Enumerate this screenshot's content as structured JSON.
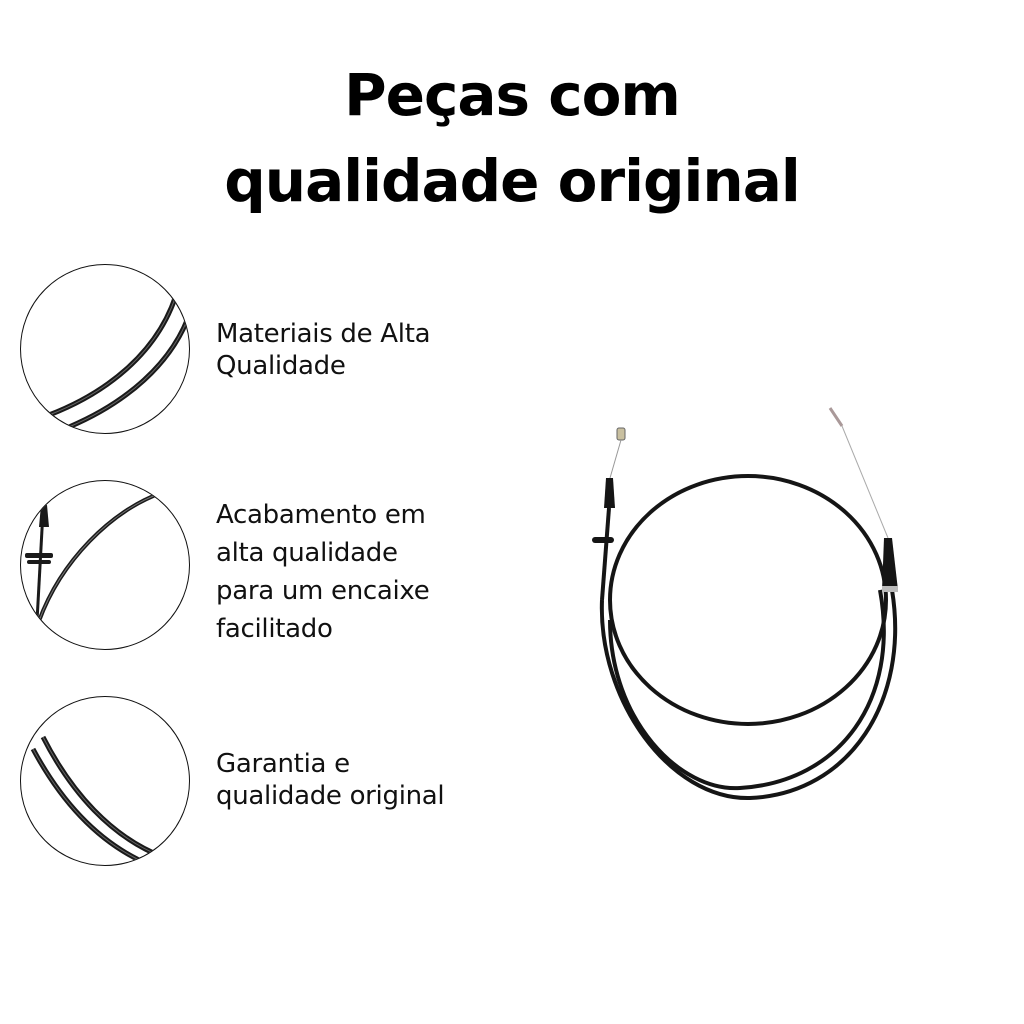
{
  "title": {
    "line1": "Peças com",
    "line2": "qualidade original"
  },
  "features": [
    {
      "icon": "cable-closeup-icon",
      "lines": [
        "Materiais de Alta",
        "Qualidade"
      ]
    },
    {
      "icon": "cable-fitting-closeup-icon",
      "lines": [
        "Acabamento em",
        "alta qualidade",
        "para um encaixe",
        "facilitado"
      ]
    },
    {
      "icon": "cable-curve-closeup-icon",
      "lines": [
        "Garantia e",
        "qualidade original"
      ]
    }
  ],
  "product": {
    "icon": "control-cable-image"
  },
  "colors": {
    "text": "#000000",
    "background": "#ffffff",
    "cable": "#111111"
  }
}
